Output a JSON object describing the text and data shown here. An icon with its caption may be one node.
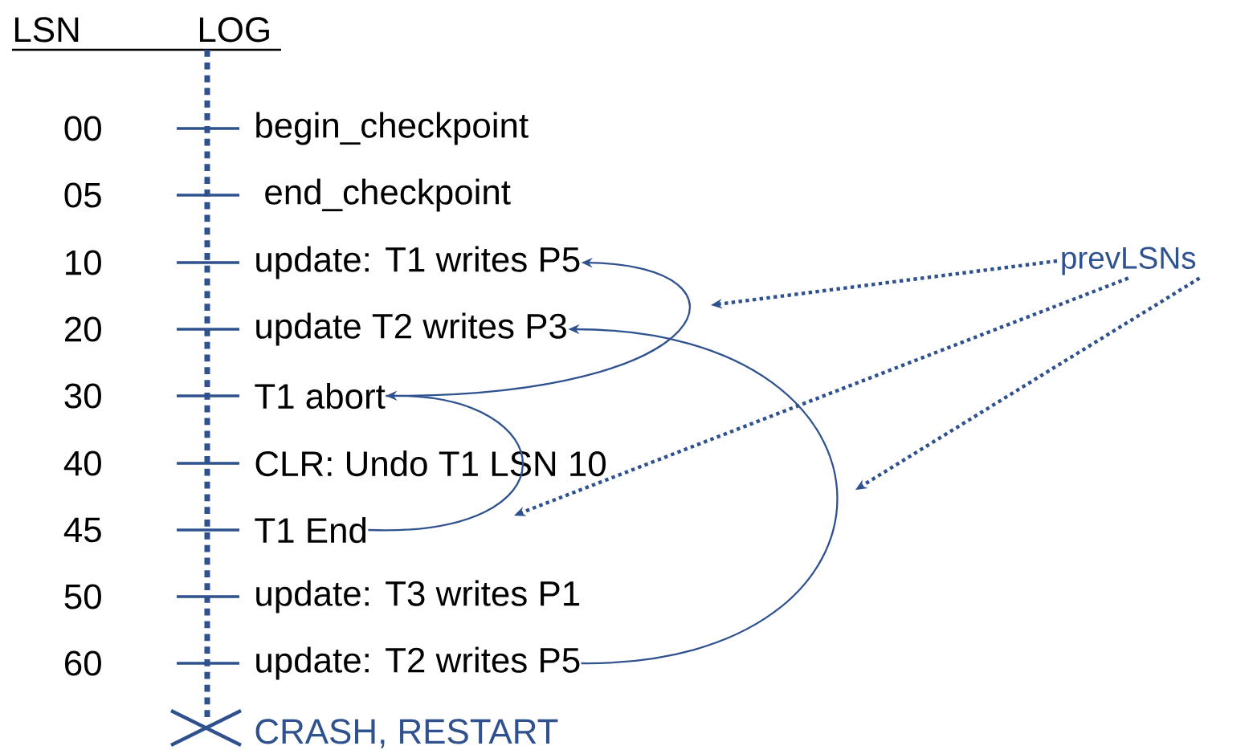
{
  "diagram": {
    "nodes": [
      {
        "text": [
          "begin_checkpoint"
        ]
      },
      {
        "text": [
          "end_checkpoint"
        ]
      },
      {
        "text": [
          "update: T1 writes P5"
        ]
      },
      {
        "text": [
          "update T2 writes P3"
        ]
      },
      {
        "text": [
          "T1 abort"
        ]
      },
      {
        "text": [
          "CLR: Undo T1 LSN 10"
        ]
      },
      {
        "text": [
          "T1 End"
        ]
      },
      {
        "text": [
          "update: T3 writes P1"
        ]
      },
      {
        "text": [
          "update: T2 writes P5"
        ]
      },
      {
        "text": [
          "prevLSNs"
        ]
      }
    ],
    "edges": [
      {
        "from": 4,
        "to": 2,
        "arrow": "to"
      },
      {
        "from": 6,
        "to": 4,
        "arrow": "to"
      },
      {
        "from": 8,
        "to": 3,
        "arrow": "to"
      },
      {
        "from": 9,
        "to": null,
        "arrow": "to",
        "style": "dashed"
      },
      {
        "from": 9,
        "to": null,
        "arrow": "to",
        "style": "dashed"
      },
      {
        "from": 9,
        "to": null,
        "arrow": "to",
        "style": "dashed"
      }
    ],
    "labels": [
      "LSN",
      "LOG",
      "00",
      "05",
      "10",
      "20",
      "30",
      "40",
      "45",
      "50",
      "60",
      "CRASH, RESTART"
    ]
  }
}
